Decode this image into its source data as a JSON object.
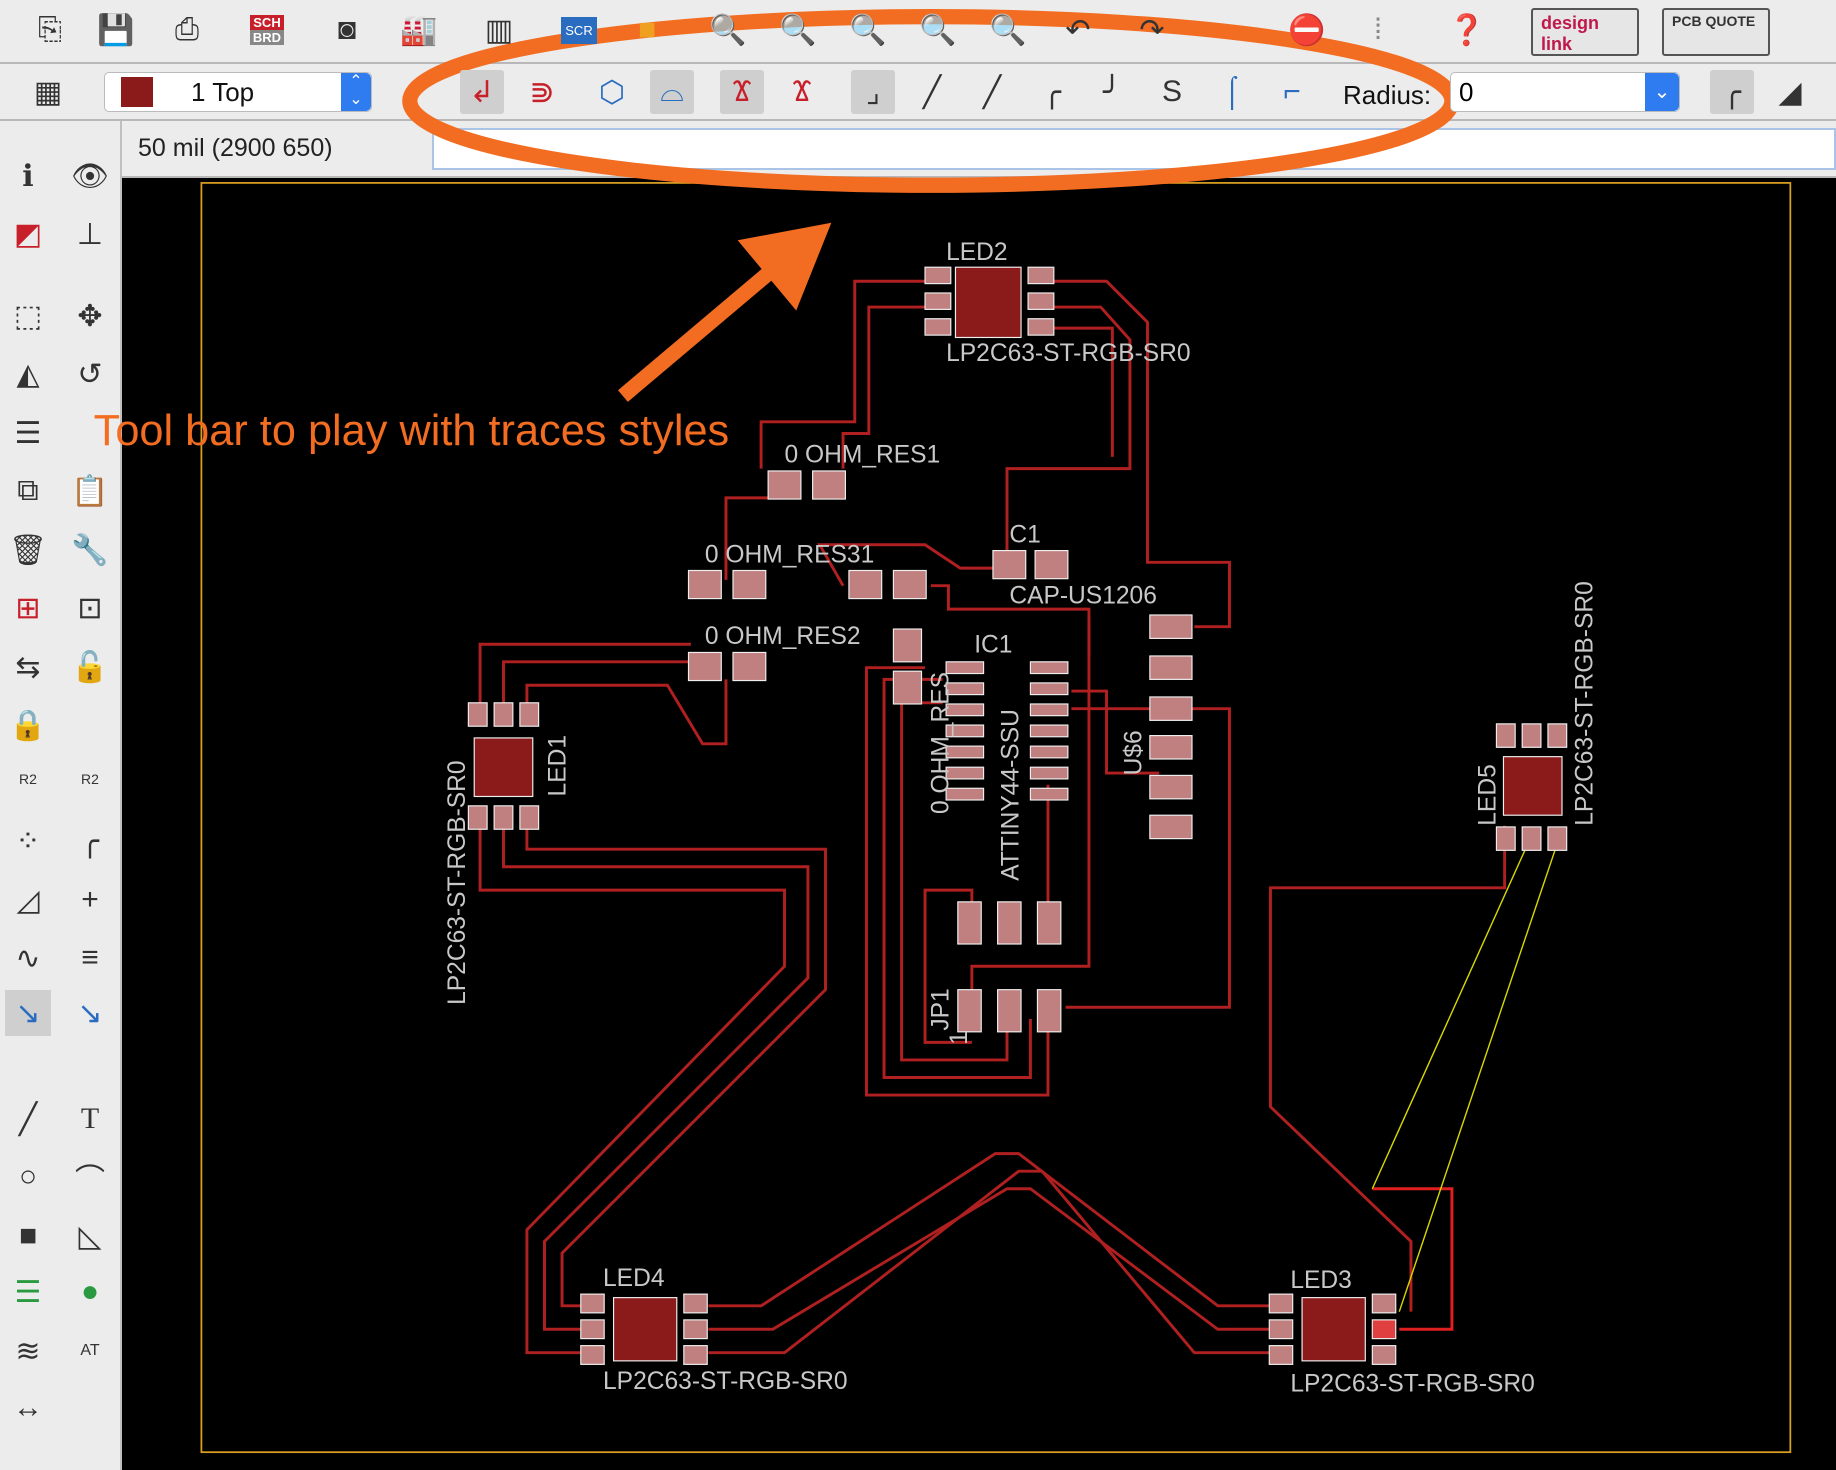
{
  "toolbar_top": {
    "icons": [
      "open-icon",
      "save-icon",
      "print-icon",
      "sch-brd-switch-icon",
      "cam-icon",
      "manufacturing-icon",
      "library-icon",
      "scr-icon",
      "ulp-icon",
      "zoom-fit-icon",
      "zoom-in-icon",
      "zoom-out-icon",
      "zoom-select-icon",
      "zoom-area-icon",
      "undo-icon",
      "redo-icon",
      "stop-icon",
      "go-icon",
      "help-icon"
    ],
    "sch_label": "SCH",
    "brd_label": "BRD",
    "scr_label": "SCR",
    "designlink_label": "design link",
    "pcbquote_label": "PCB QUOTE"
  },
  "toolbar_param": {
    "layer": "1 Top",
    "layer_color": "#8b1a1a",
    "radius_label": "Radius:",
    "radius_value": "0"
  },
  "status": {
    "coordinate": "50 mil (2900 650)",
    "command": ""
  },
  "annotation": {
    "text": "Tool bar to play with traces styles",
    "color": "#f26d21"
  },
  "board": {
    "labels": {
      "led2": "LED2",
      "led2_pkg": "LP2C63-ST-RGB-SR0",
      "res1": "0 OHM_RES1",
      "res3": "0 OHM_RES31",
      "res2": "0 OHM_RES2",
      "c1": "C1",
      "c1_pkg": "CAP-US1206",
      "ic1": "IC1",
      "ic1_pkg": "ATTINY44-SSU",
      "res_v": "0 OHM_RES",
      "u6": "U$6",
      "led1": "LED1",
      "led1_pkg": "LP2C63-ST-RGB-SR0",
      "led5": "LED5",
      "led5_pkg": "LP2C63-ST-RGB-SR0",
      "led4": "LED4",
      "led4_pkg": "LP2C63-ST-RGB-SR0",
      "led3": "LED3",
      "led3_pkg": "LP2C63-ST-RGB-SR0",
      "jp1": "JP1",
      "jp1_pin": "1"
    },
    "trace_color": "#b02020",
    "outline_color": "#d9a020",
    "airwire_color": "#d8d800"
  }
}
